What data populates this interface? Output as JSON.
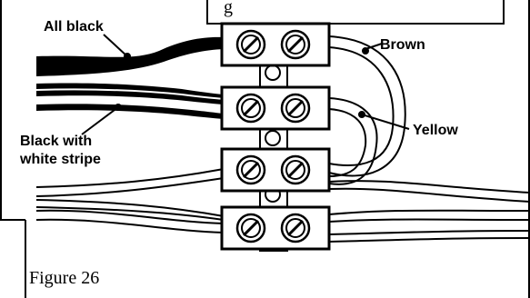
{
  "figure": {
    "caption": "Figure 26",
    "top_box_partial_text": "g"
  },
  "labels": {
    "all_black": "All black",
    "black_with": "Black  with",
    "white_stripe": "white stripe",
    "brown": "Brown",
    "yellow": "Yellow"
  },
  "terminal_block": {
    "rows": 4,
    "screws_per_row": 2
  },
  "colors": {
    "ink": "#000000",
    "paper": "#ffffff"
  }
}
